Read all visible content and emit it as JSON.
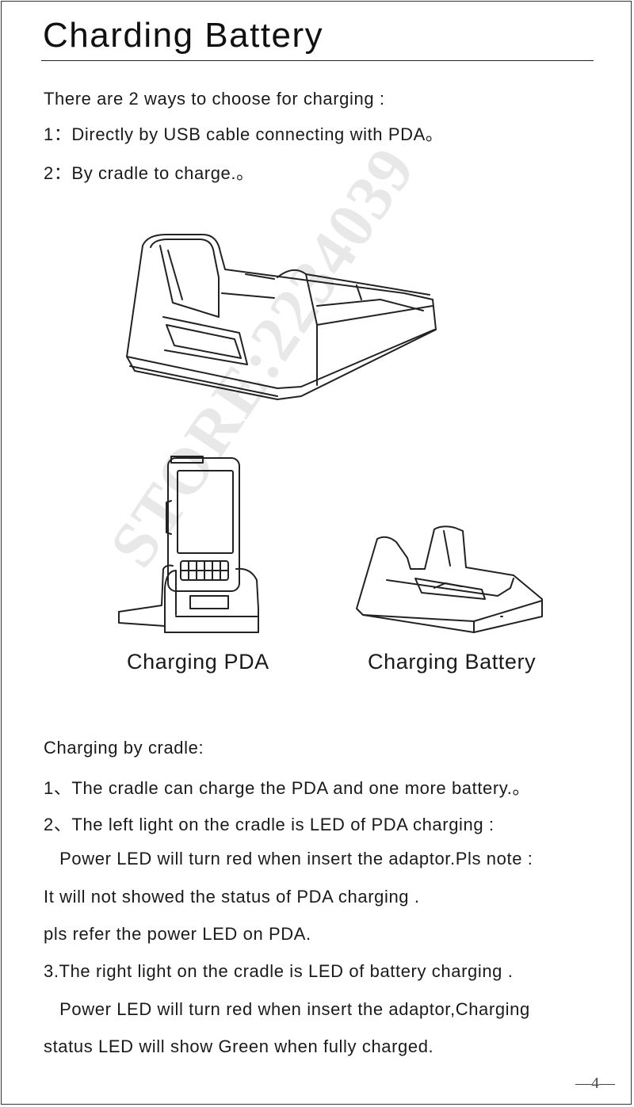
{
  "page": {
    "title": "Charding Battery",
    "page_number": "—4—",
    "watermark": "STORE:2234039"
  },
  "intro": {
    "heading": "There are 2 ways to choose for charging :",
    "items": [
      "1：Directly  by  USB  cable  connecting  with  PDA。",
      "2：By  cradle to charge.。"
    ]
  },
  "figures": {
    "caption_left": "Charging PDA",
    "caption_right": "Charging Battery"
  },
  "cradle_section": {
    "heading": "Charging by cradle:",
    "lines": [
      "1、The  cradle can charge the PDA and one more battery.。",
      "2、The  left  light  on  the  cradle is  LED of PDA charging :",
      "   Power LED will turn red when insert the adaptor.Pls note :",
      "It will not showed the status of PDA charging .",
      "pls refer the power LED on PDA.",
      "3.The right light on the cradle is LED of battery charging .",
      "   Power LED will turn red when insert the adaptor,Charging",
      "status LED will show Green when fully charged."
    ]
  }
}
